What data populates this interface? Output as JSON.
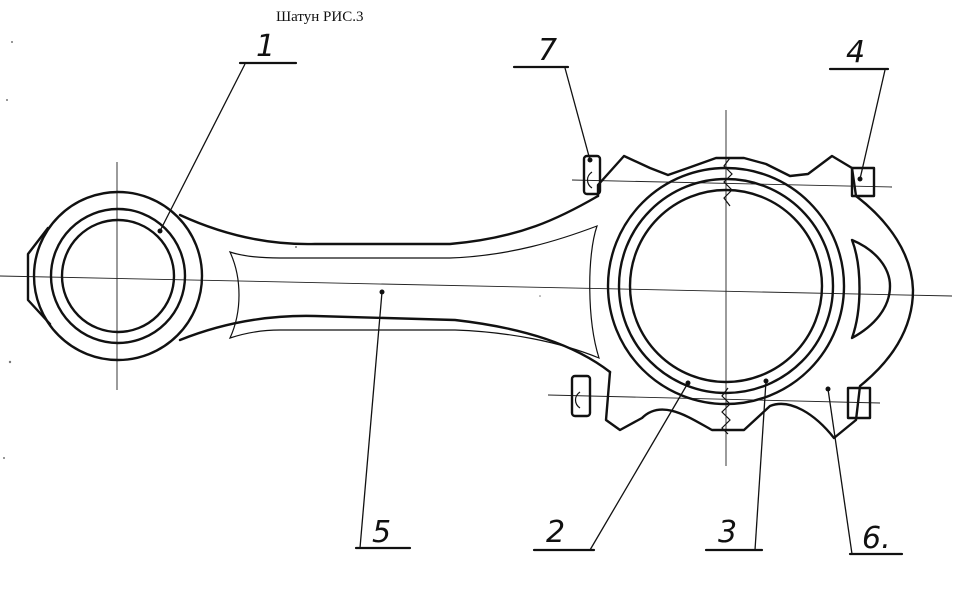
{
  "title": "Шатун   РИС.3",
  "callouts": [
    {
      "id": "1",
      "label": "1"
    },
    {
      "id": "2",
      "label": "2"
    },
    {
      "id": "3",
      "label": "3"
    },
    {
      "id": "4",
      "label": "4"
    },
    {
      "id": "5",
      "label": "5"
    },
    {
      "id": "6",
      "label": "6."
    },
    {
      "id": "7",
      "label": "7"
    }
  ],
  "colors": {
    "ink": "#111111",
    "paper": "#ffffff"
  }
}
